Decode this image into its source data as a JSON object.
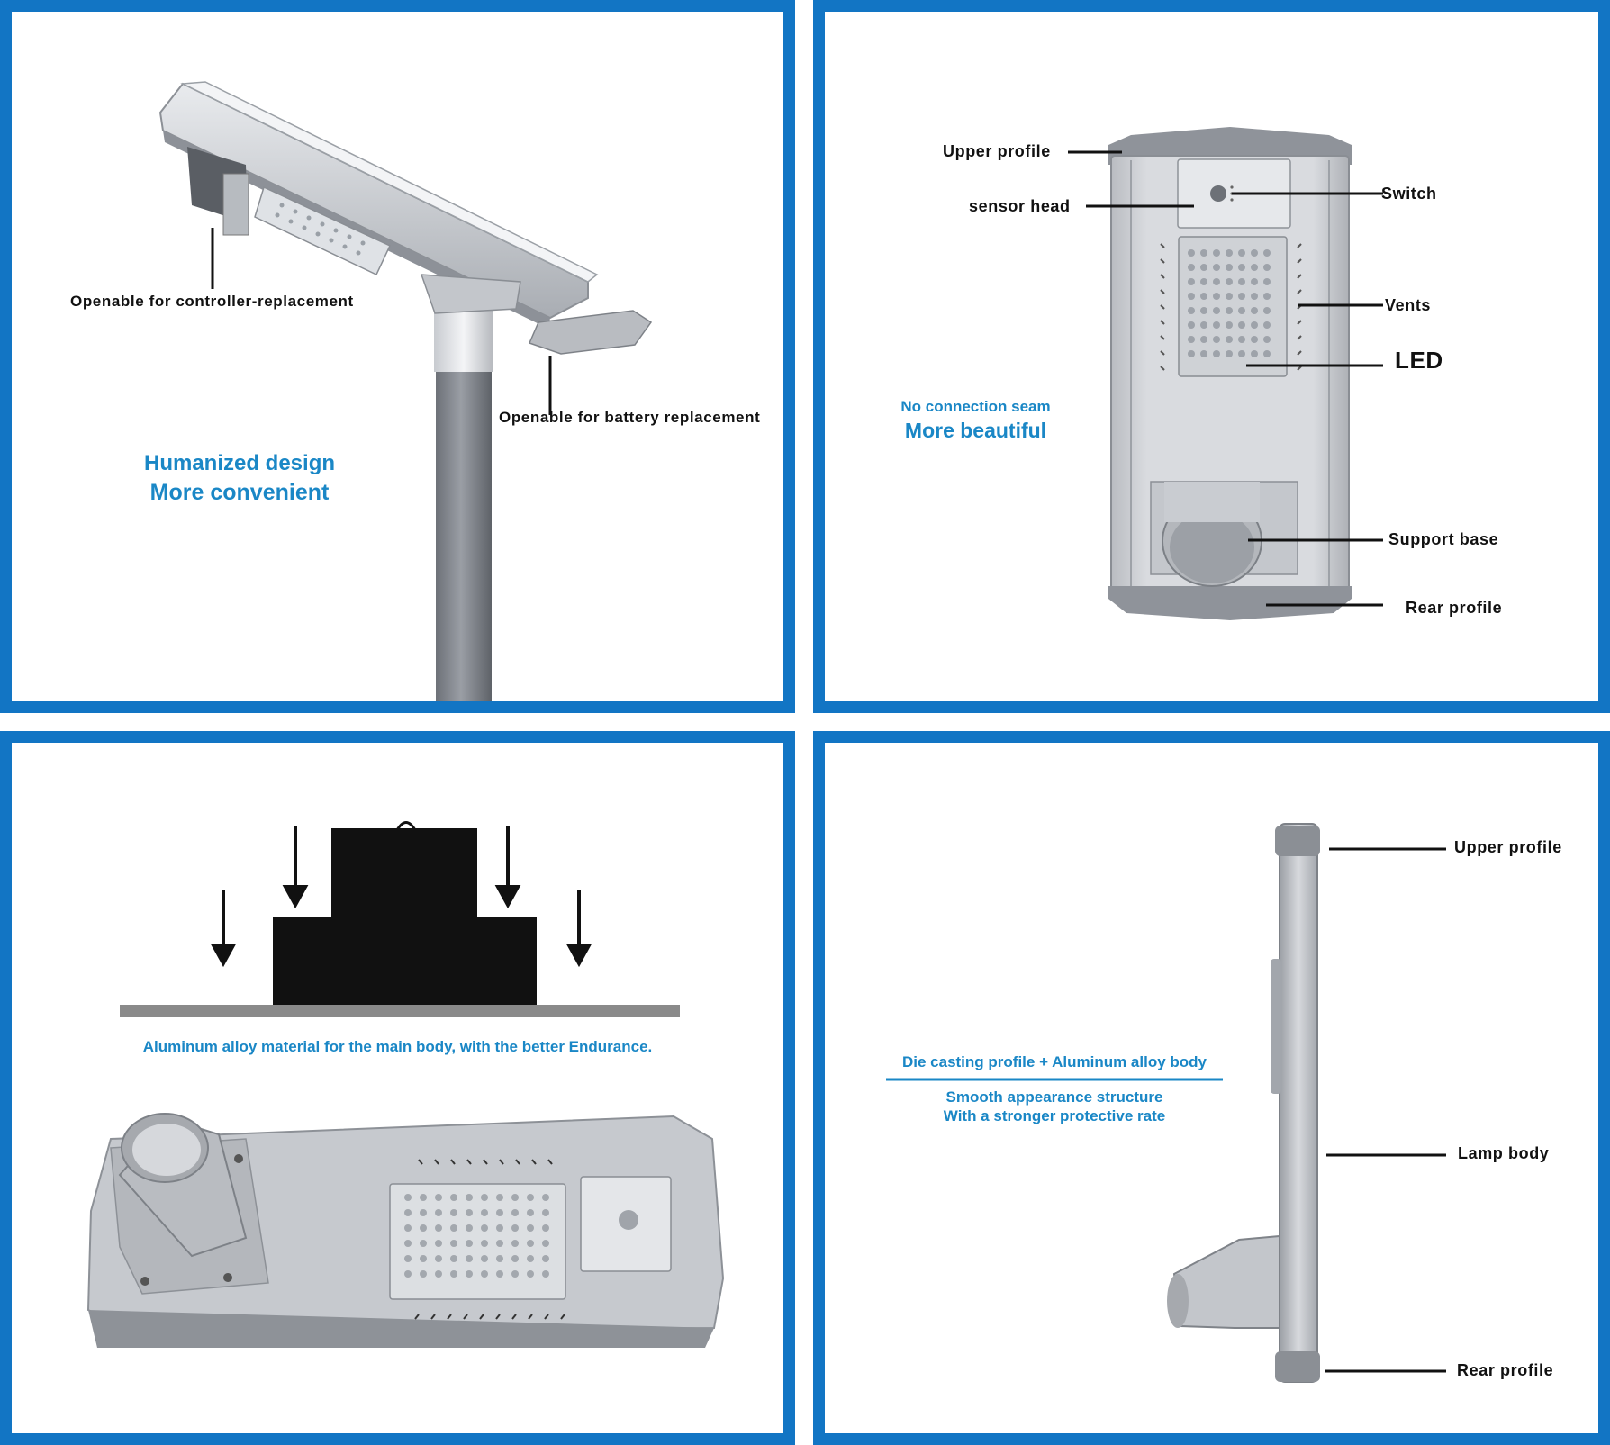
{
  "panels": {
    "top_left": {
      "label_controller": "Openable for controller-replacement",
      "label_battery": "Openable for battery replacement",
      "headline_1": "Humanized design",
      "headline_2": "More convenient"
    },
    "top_right": {
      "label_upper_profile": "Upper profile",
      "label_sensor_head": "sensor head",
      "label_switch": "Switch",
      "label_vents": "Vents",
      "label_led": "LED",
      "label_support_base": "Support  base",
      "label_rear_profile": "Rear profile",
      "tagline_1": "No connection seam",
      "tagline_2": "More  beautiful"
    },
    "bottom_left": {
      "caption": "Aluminum alloy material for the main body, with the better Endurance."
    },
    "bottom_right": {
      "label_upper_profile": "Upper profile",
      "label_lamp_body": "Lamp body",
      "label_rear_profile": "Rear profile",
      "tagline_1": "Die casting profile + Aluminum alloy body",
      "tagline_2": "Smooth appearance structure",
      "tagline_3": "With a stronger protective rate"
    }
  },
  "colors": {
    "frame_blue": "#1275c4",
    "text_blue": "#1a87c6",
    "lamp_silver": "#c9ccd0",
    "pole_gray": "#7f838a"
  }
}
